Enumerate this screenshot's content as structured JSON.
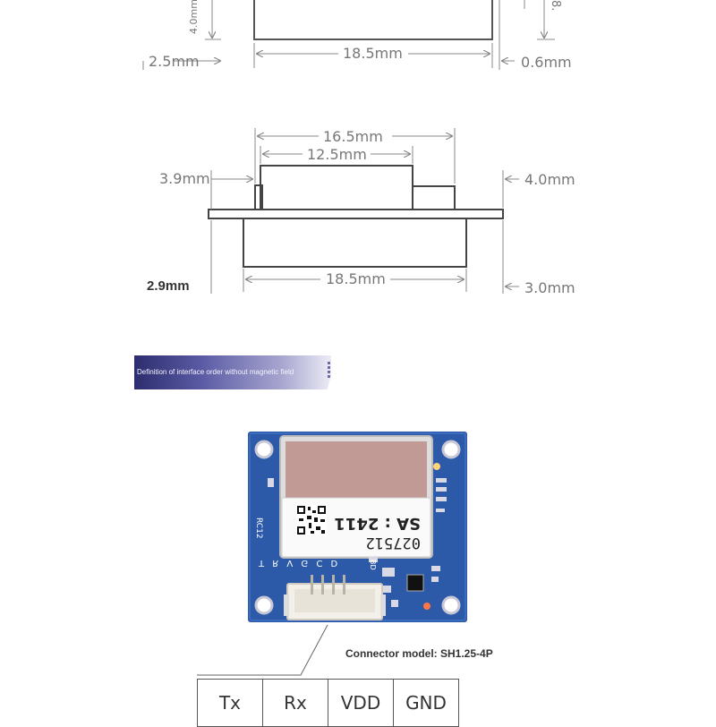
{
  "top_view": {
    "height_label": "4.0mm",
    "right_label": "8.",
    "left_offset": "2.5mm",
    "width": "18.5mm",
    "right_offset": "0.6mm"
  },
  "side_view": {
    "outer_width": "16.5mm",
    "inner_width": "12.5mm",
    "left_height": "3.9mm",
    "right_height": "4.0mm",
    "bottom_width": "18.5mm",
    "bottom_left": "2.9mm",
    "bottom_right": "3.0mm"
  },
  "banner": {
    "text": "Definition of interface order without magnetic field"
  },
  "board": {
    "sticker_line1": "027512",
    "sticker_line2": "SA : 2411",
    "side_text": "RC12",
    "pin_letters": "T R V G C D",
    "bd_text": "BD"
  },
  "connector": {
    "label": "Connector model: SH1.25-4P"
  },
  "pins": [
    "Tx",
    "Rx",
    "VDD",
    "GND"
  ],
  "colors": {
    "pcb": "#2c5aa8",
    "banner": "#4a4a96",
    "dim_line": "#888888"
  }
}
